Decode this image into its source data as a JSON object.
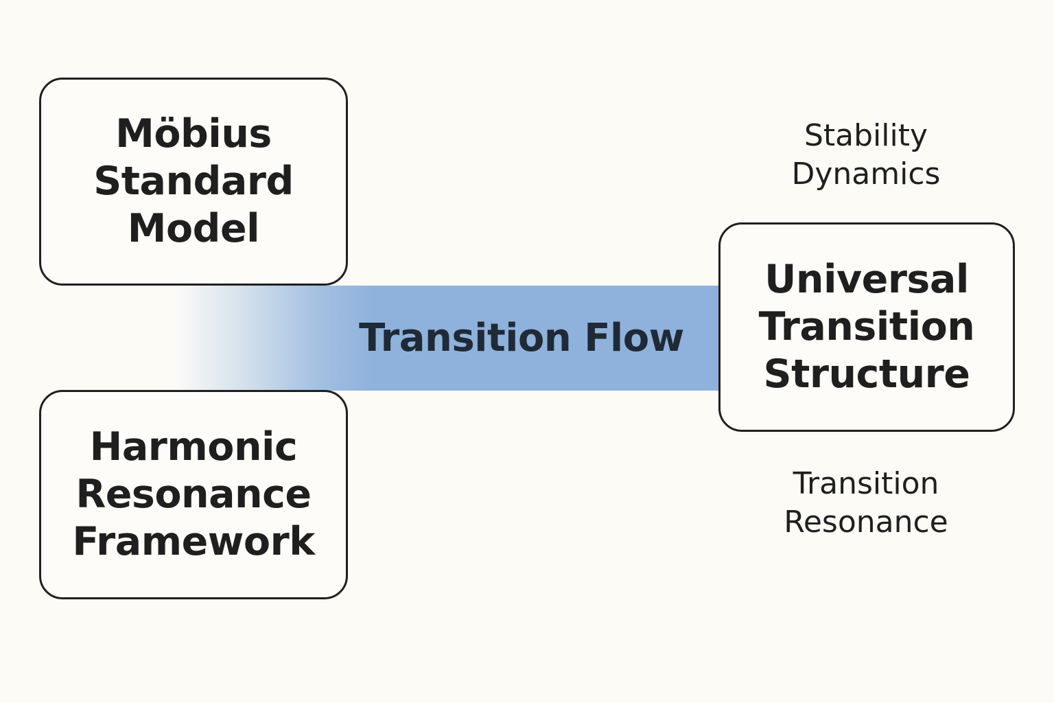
{
  "diagram": {
    "boxes": {
      "mobius": "Möbius\nStandard\nModel",
      "harmonic": "Harmonic\nResonance\nFramework",
      "universal": "Universal\nTransition\nStructure"
    },
    "flow_label": "Transition Flow",
    "side_labels": {
      "stability": "Stability\nDynamics",
      "resonance": "Transition\nResonance"
    },
    "colors": {
      "background": "#fcfbf6",
      "flow_band": "#8fb2dc",
      "border": "#1f1f1f"
    }
  }
}
